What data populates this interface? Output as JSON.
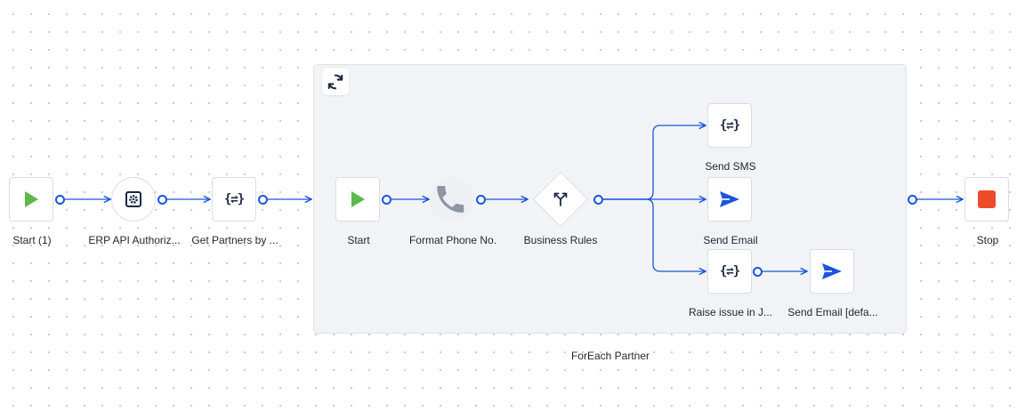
{
  "workflow": {
    "nodes": {
      "start_outer": {
        "label": "Start (1)",
        "icon": "play-icon"
      },
      "erp_auth": {
        "label": "ERP API Authoriz...",
        "icon": "gear-box-icon"
      },
      "get_partners": {
        "label": "Get Partners by ...",
        "icon": "transform-braces-icon"
      },
      "start_inner": {
        "label": "Start",
        "icon": "play-icon"
      },
      "format_phone": {
        "label": "Format Phone No.",
        "icon": "phone-icon"
      },
      "business_rules": {
        "label": "Business Rules",
        "icon": "branch-icon"
      },
      "send_sms": {
        "label": "Send SMS",
        "icon": "transform-braces-icon"
      },
      "send_email": {
        "label": "Send Email",
        "icon": "send-icon"
      },
      "raise_issue": {
        "label": "Raise issue in J...",
        "icon": "transform-braces-icon"
      },
      "send_email_default": {
        "label": "Send Email [defa...",
        "icon": "send-icon"
      },
      "stop": {
        "label": "Stop",
        "icon": "stop-icon"
      }
    },
    "loop": {
      "label": "ForEach Partner",
      "icon": "refresh-icon"
    },
    "colors": {
      "wire": "#1a56db",
      "play": "#5cb94a",
      "stop": "#ee4b2b",
      "send": "#1a56db",
      "loop_bg": "#f1f3f7"
    }
  }
}
